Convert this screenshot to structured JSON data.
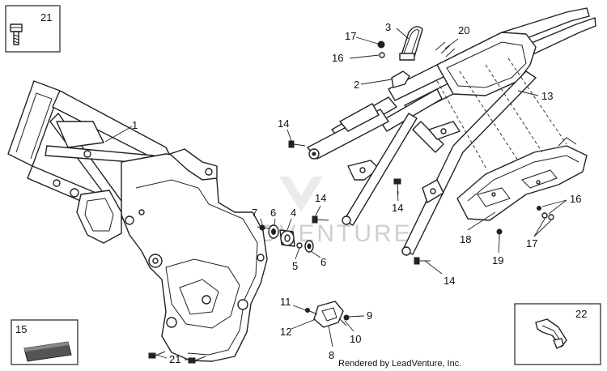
{
  "labels": {
    "p1": "1",
    "p2": "2",
    "p3": "3",
    "p4": "4",
    "p5": "5",
    "p6a": "6",
    "p6b": "6",
    "p7": "7",
    "p8": "8",
    "p9": "9",
    "p10": "10",
    "p11": "11",
    "p12": "12",
    "p13": "13",
    "p14a": "14",
    "p14b": "14",
    "p14c": "14",
    "p14d": "14",
    "p15": "15",
    "p16a": "16",
    "p16b": "16",
    "p17a": "17",
    "p17b": "17",
    "p18": "18",
    "p19": "19",
    "p20": "20",
    "p21a": "21",
    "p21b": "21",
    "p22": "22"
  },
  "watermark": "LEADVENTURE",
  "footer": "Rendered by LeadVenture, Inc."
}
